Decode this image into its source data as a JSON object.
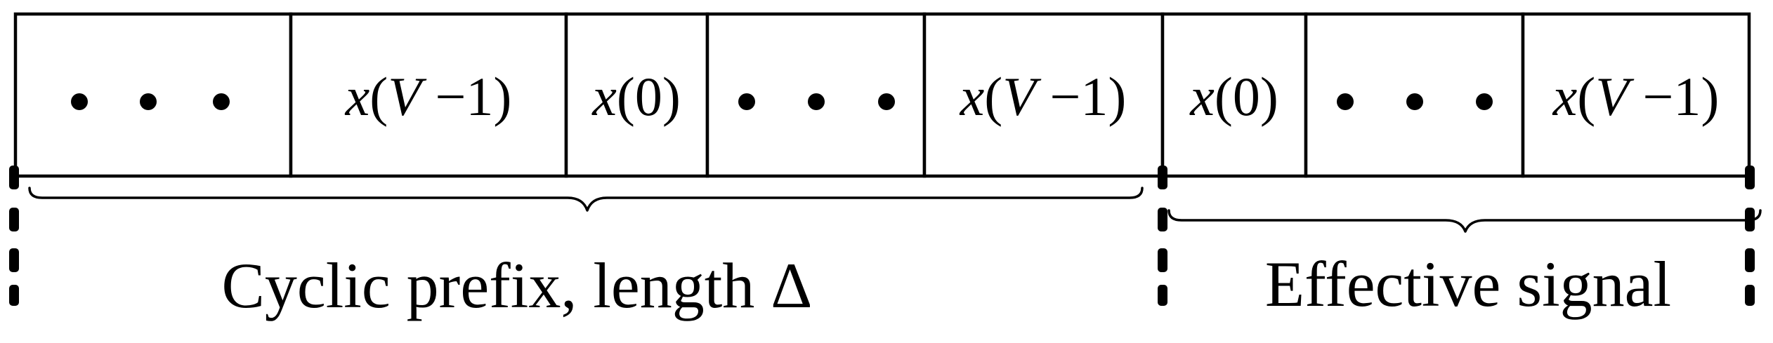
{
  "cells": [
    {
      "kind": "dots"
    },
    {
      "kind": "text",
      "fn": "x",
      "open": "(",
      "arg": "V",
      "rest": " −1)"
    },
    {
      "kind": "text",
      "fn": "x",
      "open": "(",
      "arg": "",
      "rest": "0)"
    },
    {
      "kind": "dots"
    },
    {
      "kind": "text",
      "fn": "x",
      "open": "(",
      "arg": "V",
      "rest": " −1)"
    },
    {
      "kind": "text",
      "fn": "x",
      "open": "(",
      "arg": "",
      "rest": "0)"
    },
    {
      "kind": "dots"
    },
    {
      "kind": "text",
      "fn": "x",
      "open": "(",
      "arg": "V",
      "rest": " −1)"
    }
  ],
  "braces": {
    "prefix_label": "Cyclic prefix, length Δ",
    "signal_label": "Effective signal"
  }
}
